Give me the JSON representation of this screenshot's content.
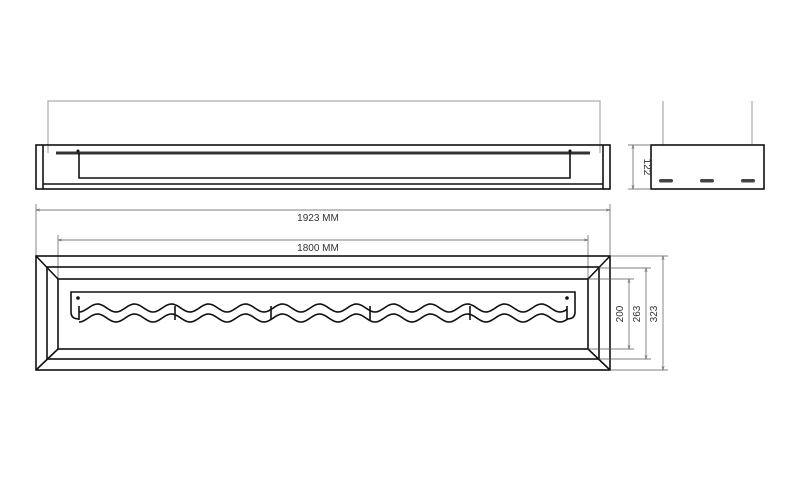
{
  "title": "Fireplace insert technical drawing",
  "dimensions": {
    "overall_width": "1923 MM",
    "burner_width": "1800 MM",
    "height_inner": "200",
    "height_mid": "263",
    "height_outer": "323",
    "depth": "122"
  },
  "colors": {
    "line": "#111111",
    "guide": "#999999",
    "dimension": "#555555"
  }
}
